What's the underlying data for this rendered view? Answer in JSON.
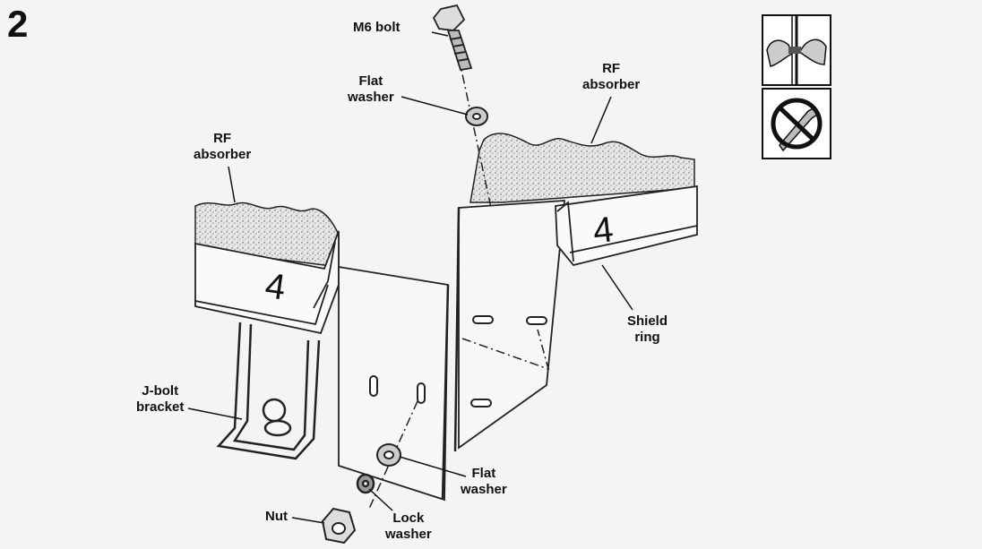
{
  "step_number": "2",
  "labels": {
    "m6_bolt": "M6 bolt",
    "flat_washer_top": [
      "Flat",
      "washer"
    ],
    "rf_absorber_left": [
      "RF",
      "absorber"
    ],
    "rf_absorber_right": [
      "RF",
      "absorber"
    ],
    "shield_ring": [
      "Shield",
      "ring"
    ],
    "j_bolt_bracket": [
      "J-bolt",
      "bracket"
    ],
    "flat_washer_bottom": [
      "Flat",
      "washer"
    ],
    "lock_washer": [
      "Lock",
      "washer"
    ],
    "nut": "Nut",
    "panel_number_left": "4",
    "panel_number_right": "4"
  },
  "icons": {
    "top": "two-hands-tightening-icon",
    "bottom": "no-power-tool-icon"
  }
}
